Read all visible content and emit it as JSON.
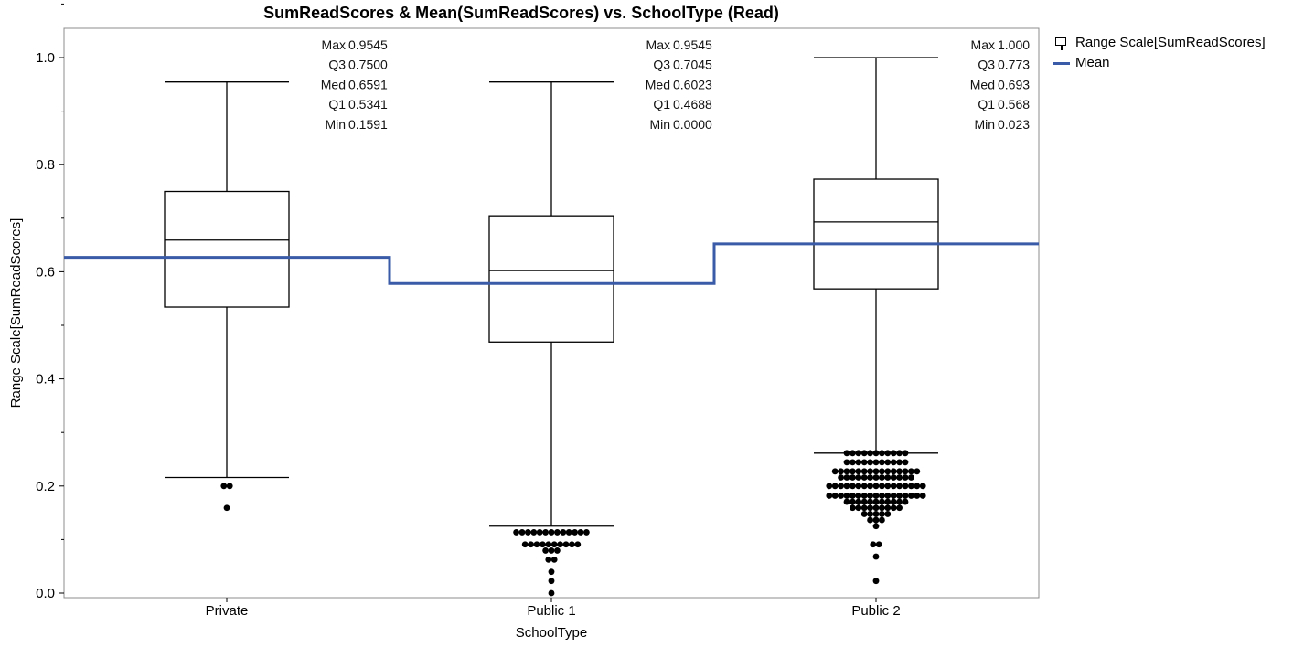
{
  "chart_data": {
    "type": "box",
    "title": "SumReadScores & Mean(SumReadScores) vs. SchoolType  (Read)",
    "xlabel": "SchoolType",
    "ylabel": "Range Scale[SumReadScores]",
    "ylim": [
      0,
      1.05
    ],
    "yticks": [
      "0.0",
      "0.2",
      "0.4",
      "0.6",
      "0.8",
      "1.0"
    ],
    "categories": [
      "Private",
      "Public 1",
      "Public 2"
    ],
    "grid": false,
    "legend_position": "right",
    "legend": [
      {
        "label": "Range Scale[SumReadScores]",
        "symbol": "box"
      },
      {
        "label": "Mean",
        "symbol": "line",
        "color": "#3a5ba8"
      }
    ],
    "stat_labels": [
      "Max",
      "Q3",
      "Med",
      "Q1",
      "Min"
    ],
    "boxes": [
      {
        "category": "Private",
        "max": "0.9545",
        "q3": "0.7500",
        "med": "0.6591",
        "q1": "0.5341",
        "min": "0.1591",
        "whisker_low": 0.2159,
        "whisker_high": 0.9545,
        "mean": 0.627,
        "outliers": [
          0.2,
          0.2,
          0.1591
        ]
      },
      {
        "category": "Public 1",
        "max": "0.9545",
        "q3": "0.7045",
        "med": "0.6023",
        "q1": "0.4688",
        "min": "0.0000",
        "whisker_low": 0.125,
        "whisker_high": 0.9545,
        "mean": 0.578,
        "outliers": [
          0.1136,
          0.1136,
          0.1136,
          0.1136,
          0.1136,
          0.1136,
          0.1136,
          0.1136,
          0.1136,
          0.1136,
          0.1136,
          0.1136,
          0.1136,
          0.0909,
          0.0909,
          0.0909,
          0.0909,
          0.0909,
          0.0909,
          0.0909,
          0.0909,
          0.0909,
          0.0909,
          0.0795,
          0.0795,
          0.0795,
          0.0625,
          0.0625,
          0.0398,
          0.0227,
          0.0
        ]
      },
      {
        "category": "Public 2",
        "max": "1.000",
        "q3": "0.773",
        "med": "0.693",
        "q1": "0.568",
        "min": "0.023",
        "whisker_low": 0.2614,
        "whisker_high": 1.0,
        "mean": 0.652,
        "outliers": [
          0.2614,
          0.2614,
          0.2614,
          0.2614,
          0.2614,
          0.2614,
          0.2614,
          0.2614,
          0.2614,
          0.2614,
          0.2614,
          0.2443,
          0.2443,
          0.2443,
          0.2443,
          0.2443,
          0.2443,
          0.2443,
          0.2443,
          0.2443,
          0.2443,
          0.2443,
          0.2273,
          0.2273,
          0.2273,
          0.2273,
          0.2273,
          0.2273,
          0.2273,
          0.2273,
          0.2273,
          0.2273,
          0.2273,
          0.2273,
          0.2273,
          0.2273,
          0.2273,
          0.2159,
          0.2159,
          0.2159,
          0.2159,
          0.2159,
          0.2159,
          0.2159,
          0.2159,
          0.2159,
          0.2159,
          0.2159,
          0.2159,
          0.2159,
          0.2,
          0.2,
          0.2,
          0.2,
          0.2,
          0.2,
          0.2,
          0.2,
          0.2,
          0.2,
          0.2,
          0.2,
          0.2,
          0.2,
          0.2,
          0.2,
          0.2,
          0.1818,
          0.1818,
          0.1818,
          0.1818,
          0.1818,
          0.1818,
          0.1818,
          0.1818,
          0.1818,
          0.1818,
          0.1818,
          0.1818,
          0.1818,
          0.1818,
          0.1818,
          0.1818,
          0.1818,
          0.1705,
          0.1705,
          0.1705,
          0.1705,
          0.1705,
          0.1705,
          0.1705,
          0.1705,
          0.1705,
          0.1705,
          0.1705,
          0.1591,
          0.1591,
          0.1591,
          0.1591,
          0.1591,
          0.1591,
          0.1591,
          0.1591,
          0.1591,
          0.1477,
          0.1477,
          0.1477,
          0.1477,
          0.1477,
          0.1364,
          0.1364,
          0.1364,
          0.125,
          0.0909,
          0.0909,
          0.0682,
          0.0227
        ]
      }
    ]
  }
}
